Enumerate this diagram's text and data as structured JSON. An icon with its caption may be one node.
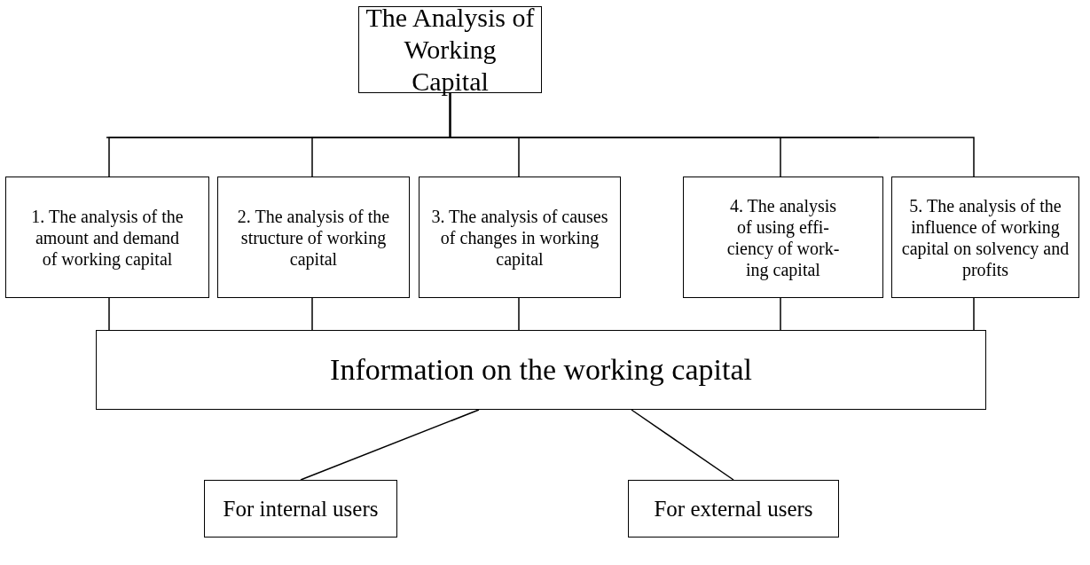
{
  "diagram": {
    "nodes": [
      {
        "text": [
          "The Analysis of Working Capital"
        ]
      },
      {
        "text": [
          "1. The analysis of the amount and demand of working capital"
        ]
      },
      {
        "text": [
          "2. The analysis of the structure of working capital"
        ]
      },
      {
        "text": [
          "3. The analysis of causes of changes in working capital"
        ]
      },
      {
        "text": [
          "4. The analysis of using effi-ciency of work-ing capital"
        ]
      },
      {
        "text": [
          "5. The analysis of the influence of working capital on solvency and profits"
        ]
      },
      {
        "text": [
          "Information on the working capital"
        ]
      },
      {
        "text": [
          "For internal users"
        ]
      },
      {
        "text": [
          "For external users"
        ]
      }
    ],
    "edges": [
      {
        "from": 0,
        "to": 1,
        "arrow": "none"
      },
      {
        "from": 0,
        "to": 2,
        "arrow": "none"
      },
      {
        "from": 0,
        "to": 3,
        "arrow": "none"
      },
      {
        "from": 0,
        "to": 4,
        "arrow": "none"
      },
      {
        "from": 0,
        "to": 5,
        "arrow": "none"
      },
      {
        "from": 1,
        "to": 6,
        "arrow": "none"
      },
      {
        "from": 2,
        "to": 6,
        "arrow": "none"
      },
      {
        "from": 3,
        "to": 6,
        "arrow": "none"
      },
      {
        "from": 4,
        "to": 6,
        "arrow": "none"
      },
      {
        "from": 5,
        "to": 6,
        "arrow": "none"
      },
      {
        "from": 6,
        "to": 7,
        "arrow": "none"
      },
      {
        "from": 6,
        "to": 8,
        "arrow": "none"
      }
    ]
  }
}
